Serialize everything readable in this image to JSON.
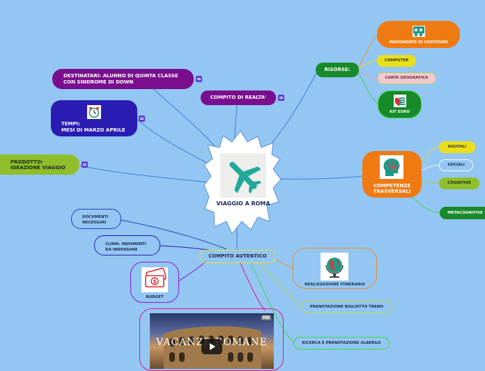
{
  "center": {
    "title": "VIAGGIO A ROMA",
    "icon": "airplane-icon"
  },
  "left_nodes": {
    "destinatari": "DESTINATARI: ALUNNO DI QUINTA CLASSE CON SINDROME DI DOWN",
    "tempi": "TEMPI:\nMESI DI MARZO APRILE",
    "tempi_icon": "alarm-clock-icon",
    "prodotto": "PRODOTTO:\nIDEAZIONE VIAGGIO",
    "compito_realta": "COMPITO DI REALTA'"
  },
  "risorse": {
    "label": "RISORSE:",
    "children": [
      {
        "label": "INSEGNANTE DI SOSTEGNO",
        "icon": "teacher-board-icon"
      },
      {
        "label": "COMPUTER"
      },
      {
        "label": "CARTA GEOGRAFICA"
      },
      {
        "label": "KIT EURO",
        "icon": "money-kit-icon"
      }
    ]
  },
  "competenze": {
    "label": "COMPETENZE\nTRASVERSALI",
    "icon": "brain-gears-icon",
    "children": [
      "DIGITALI",
      "SOCIALI",
      "COGNITIVE",
      "METACOGNITIVE"
    ]
  },
  "compito_autentico": {
    "label": "COMPITO AUTENTICO",
    "children": {
      "documenti": "DOCUMENTI\nNECESSARI",
      "clima": "CLIMA: INDUMENTI\nDA INDOSSARE",
      "budget": "BUDGET",
      "budget_icon": "money-bills-icon",
      "itinerario": "REALIZZAZIONE ITINERARIO",
      "itinerario_icon": "globe-icon",
      "biglietto": "PRENOTAZIONE BIGLIETTO TRENO",
      "albergo": "RICERCA E PRENOTAZIONE ALBERGO"
    }
  },
  "video": {
    "title": "VACANZE ROMANE",
    "badge": "HD",
    "icon": "play-icon"
  },
  "colors": {
    "background": "#93c6f3",
    "purple": "#7a0e8e",
    "navy": "#2a1bb3",
    "olive": "#90be2a",
    "green": "#188a2a",
    "orange": "#f07a12",
    "teal": "#21a99a"
  }
}
